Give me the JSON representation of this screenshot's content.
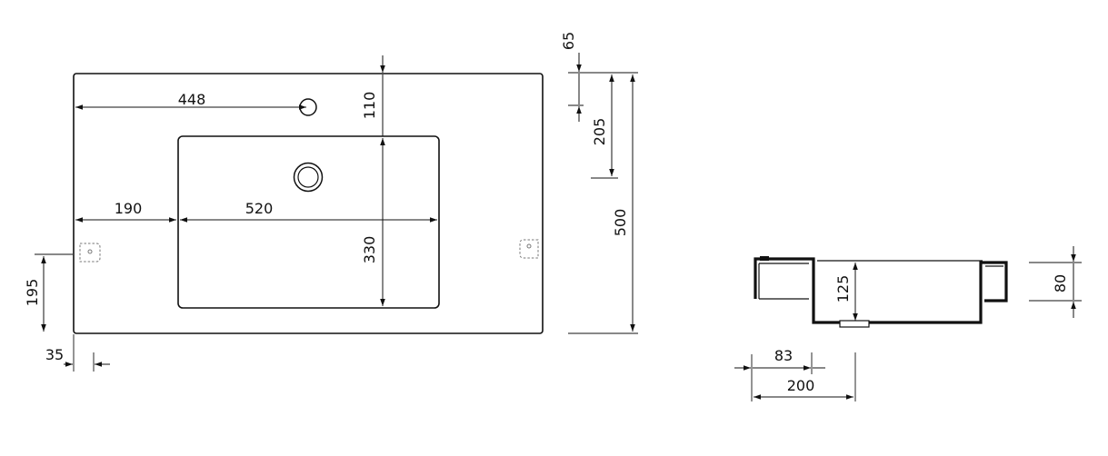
{
  "top_view": {
    "dim_faucet_hole_offset": "448",
    "dim_top_to_faucet": "110",
    "dim_left_to_bowl": "190",
    "dim_bowl_width": "520",
    "dim_bowl_depth": "330",
    "dim_mount_height": "195",
    "dim_mount_inset": "35"
  },
  "right_dims": {
    "dim_rim_65": "65",
    "dim_205": "205",
    "dim_total_depth": "500"
  },
  "section_view": {
    "dim_bowl_height": "125",
    "dim_rim_height": "80",
    "dim_83": "83",
    "dim_200": "200"
  }
}
